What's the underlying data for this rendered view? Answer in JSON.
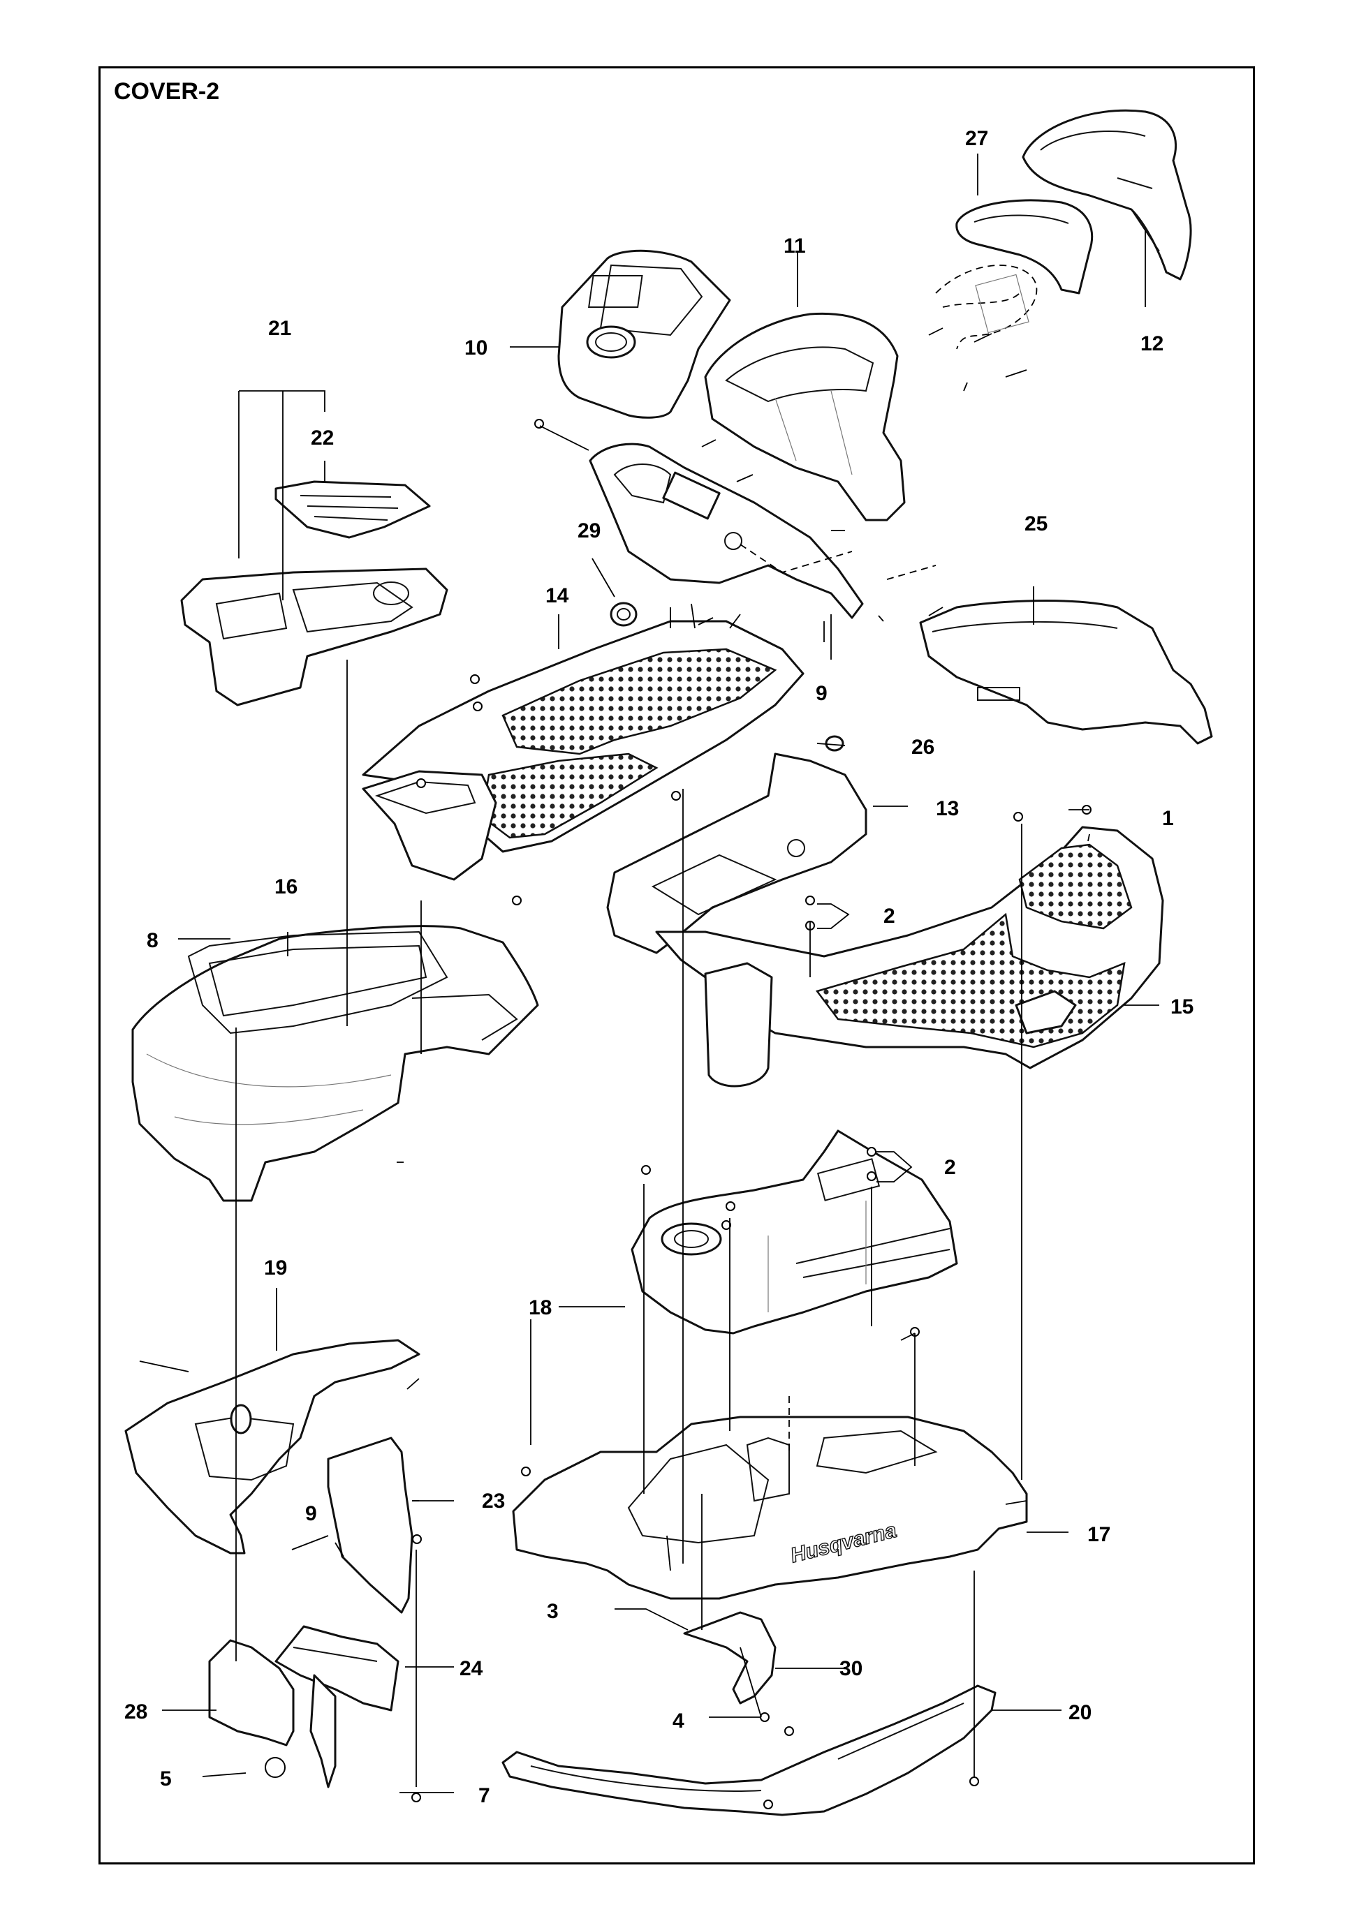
{
  "title": "COVER-2",
  "brand_text": "Husqvarna",
  "callouts": {
    "c1": "1",
    "c2a": "2",
    "c2b": "2",
    "c3": "3",
    "c4": "4",
    "c5": "5",
    "c7": "7",
    "c8": "8",
    "c9a": "9",
    "c9b": "9",
    "c10": "10",
    "c11": "11",
    "c12": "12",
    "c13": "13",
    "c14": "14",
    "c15": "15",
    "c16": "16",
    "c17": "17",
    "c18": "18",
    "c19": "19",
    "c20": "20",
    "c21": "21",
    "c22": "22",
    "c23": "23",
    "c24": "24",
    "c25": "25",
    "c26": "26",
    "c27": "27",
    "c28": "28",
    "c29": "29",
    "c30": "30"
  }
}
